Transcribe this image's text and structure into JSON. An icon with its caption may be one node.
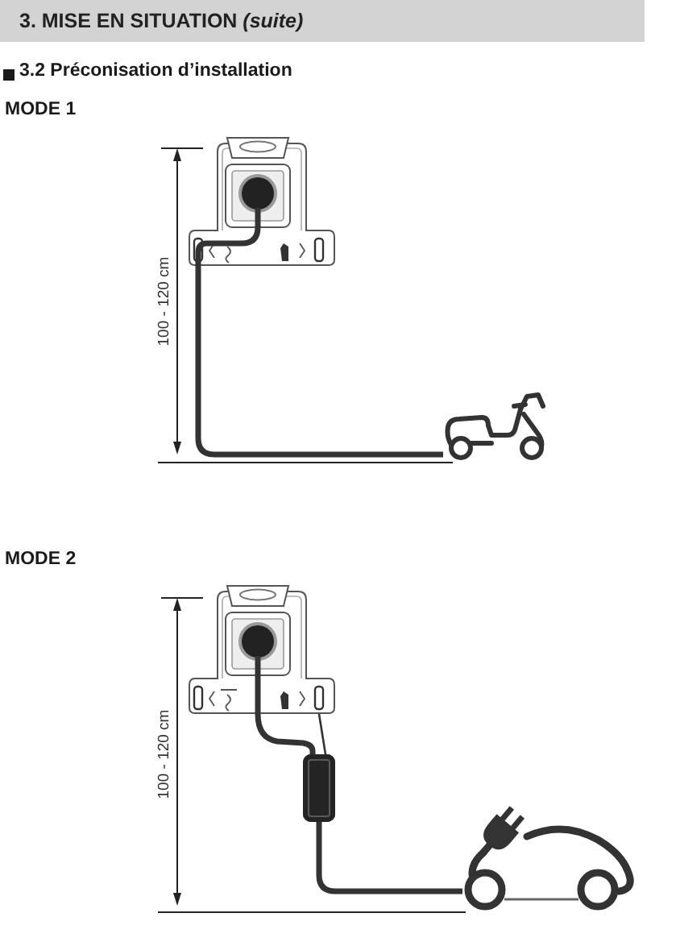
{
  "diagram": {
    "title": "3. MISE EN SITUATION *(suite)*",
    "nodes": [
      {
        "text": [],
        "shape": "picture"
      },
      {
        "text": [],
        "shape": "picture"
      },
      {
        "text": [],
        "shape": "picture"
      },
      {
        "text": [],
        "shape": "box"
      },
      {
        "text": [],
        "shape": "picture"
      }
    ],
    "edges": [
      {
        "from": 0,
        "to": 1,
        "arrow": "none"
      },
      {
        "from": 2,
        "to": 3,
        "arrow": "none"
      },
      {
        "from": 2,
        "to": 3,
        "arrow": "none"
      },
      {
        "from": 3,
        "to": 4,
        "arrow": "none"
      }
    ],
    "labels": [
      "3.2 Préconisation d’installation",
      "MODE 1",
      "100 - 120 cm",
      "MODE 2",
      "100 - 120 cm"
    ]
  }
}
